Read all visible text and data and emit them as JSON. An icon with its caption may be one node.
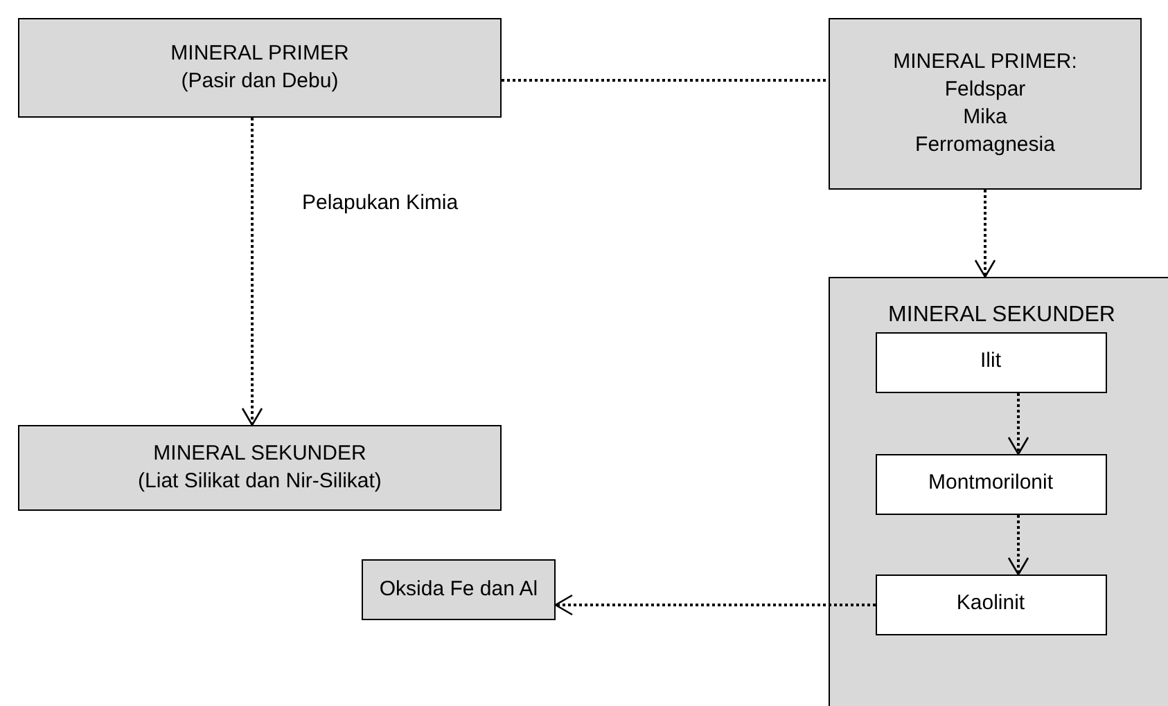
{
  "diagram": {
    "nodes": [
      {
        "text": [
          "MINERAL PRIMER",
          "(Pasir dan Debu)"
        ]
      },
      {
        "text": [
          "MINERAL PRIMER:",
          "Feldspar",
          "Mika",
          "Ferromagnesia"
        ]
      },
      {
        "text": [
          "MINERAL SEKUNDER",
          "(Liat Silikat dan Nir-Silikat)"
        ]
      },
      {
        "text": [
          "MINERAL SEKUNDER"
        ]
      },
      {
        "text": [
          "Ilit"
        ],
        "in": 3
      },
      {
        "text": [
          "Montmorilonit"
        ],
        "in": 3
      },
      {
        "text": [
          "Kaolinit"
        ],
        "in": 3
      },
      {
        "text": [
          "Oksida Fe dan Al"
        ]
      }
    ],
    "edges": [
      {
        "from": 0,
        "to": 1,
        "arrow": "none"
      },
      {
        "from": 0,
        "to": 2,
        "arrow": "to",
        "label": "Pelapukan Kimia"
      },
      {
        "from": 1,
        "to": 3,
        "arrow": "to"
      },
      {
        "from": 4,
        "to": 5,
        "arrow": "to"
      },
      {
        "from": 5,
        "to": 6,
        "arrow": "to"
      },
      {
        "from": 6,
        "to": 7,
        "arrow": "to"
      }
    ]
  }
}
